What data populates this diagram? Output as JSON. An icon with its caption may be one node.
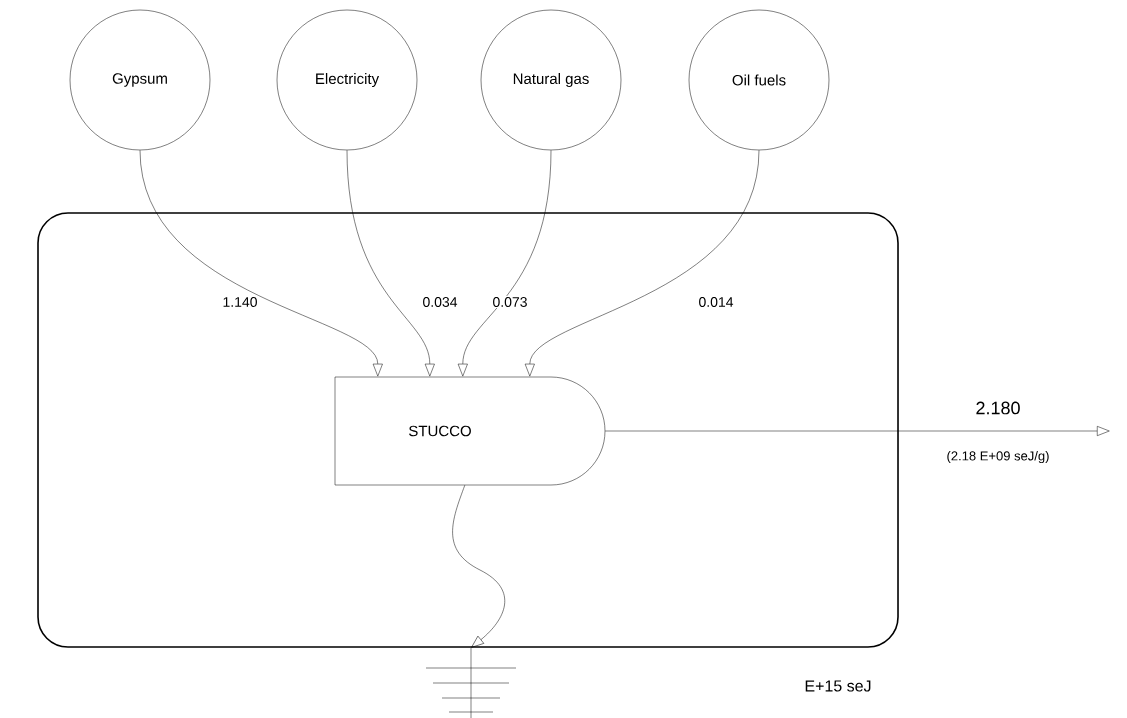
{
  "diagram": {
    "nodes": [
      {
        "text": [],
        "shape": "box"
      },
      {
        "text": [
          "Gypsum"
        ]
      },
      {
        "text": [
          "Electricity"
        ]
      },
      {
        "text": [
          "Natural gas"
        ]
      },
      {
        "text": [
          "Oil fuels"
        ]
      },
      {
        "text": [
          "STUCCO"
        ],
        "in": 0
      },
      {
        "text": [],
        "shape": "picture"
      }
    ],
    "edges": [
      {
        "from": 1,
        "to": 5,
        "arrow": "to",
        "label": "1.140"
      },
      {
        "from": 2,
        "to": 5,
        "arrow": "to",
        "label": "0.034"
      },
      {
        "from": 3,
        "to": 5,
        "arrow": "to",
        "label": "0.073"
      },
      {
        "from": 4,
        "to": 5,
        "arrow": "to",
        "label": "0.014"
      },
      {
        "from": 5,
        "to": null,
        "arrow": "to",
        "label": "2.180"
      },
      {
        "from": 5,
        "to": 6,
        "arrow": "to"
      }
    ],
    "labels": [
      "(2.18 E+09 seJ/g)",
      "E+15 seJ"
    ]
  }
}
